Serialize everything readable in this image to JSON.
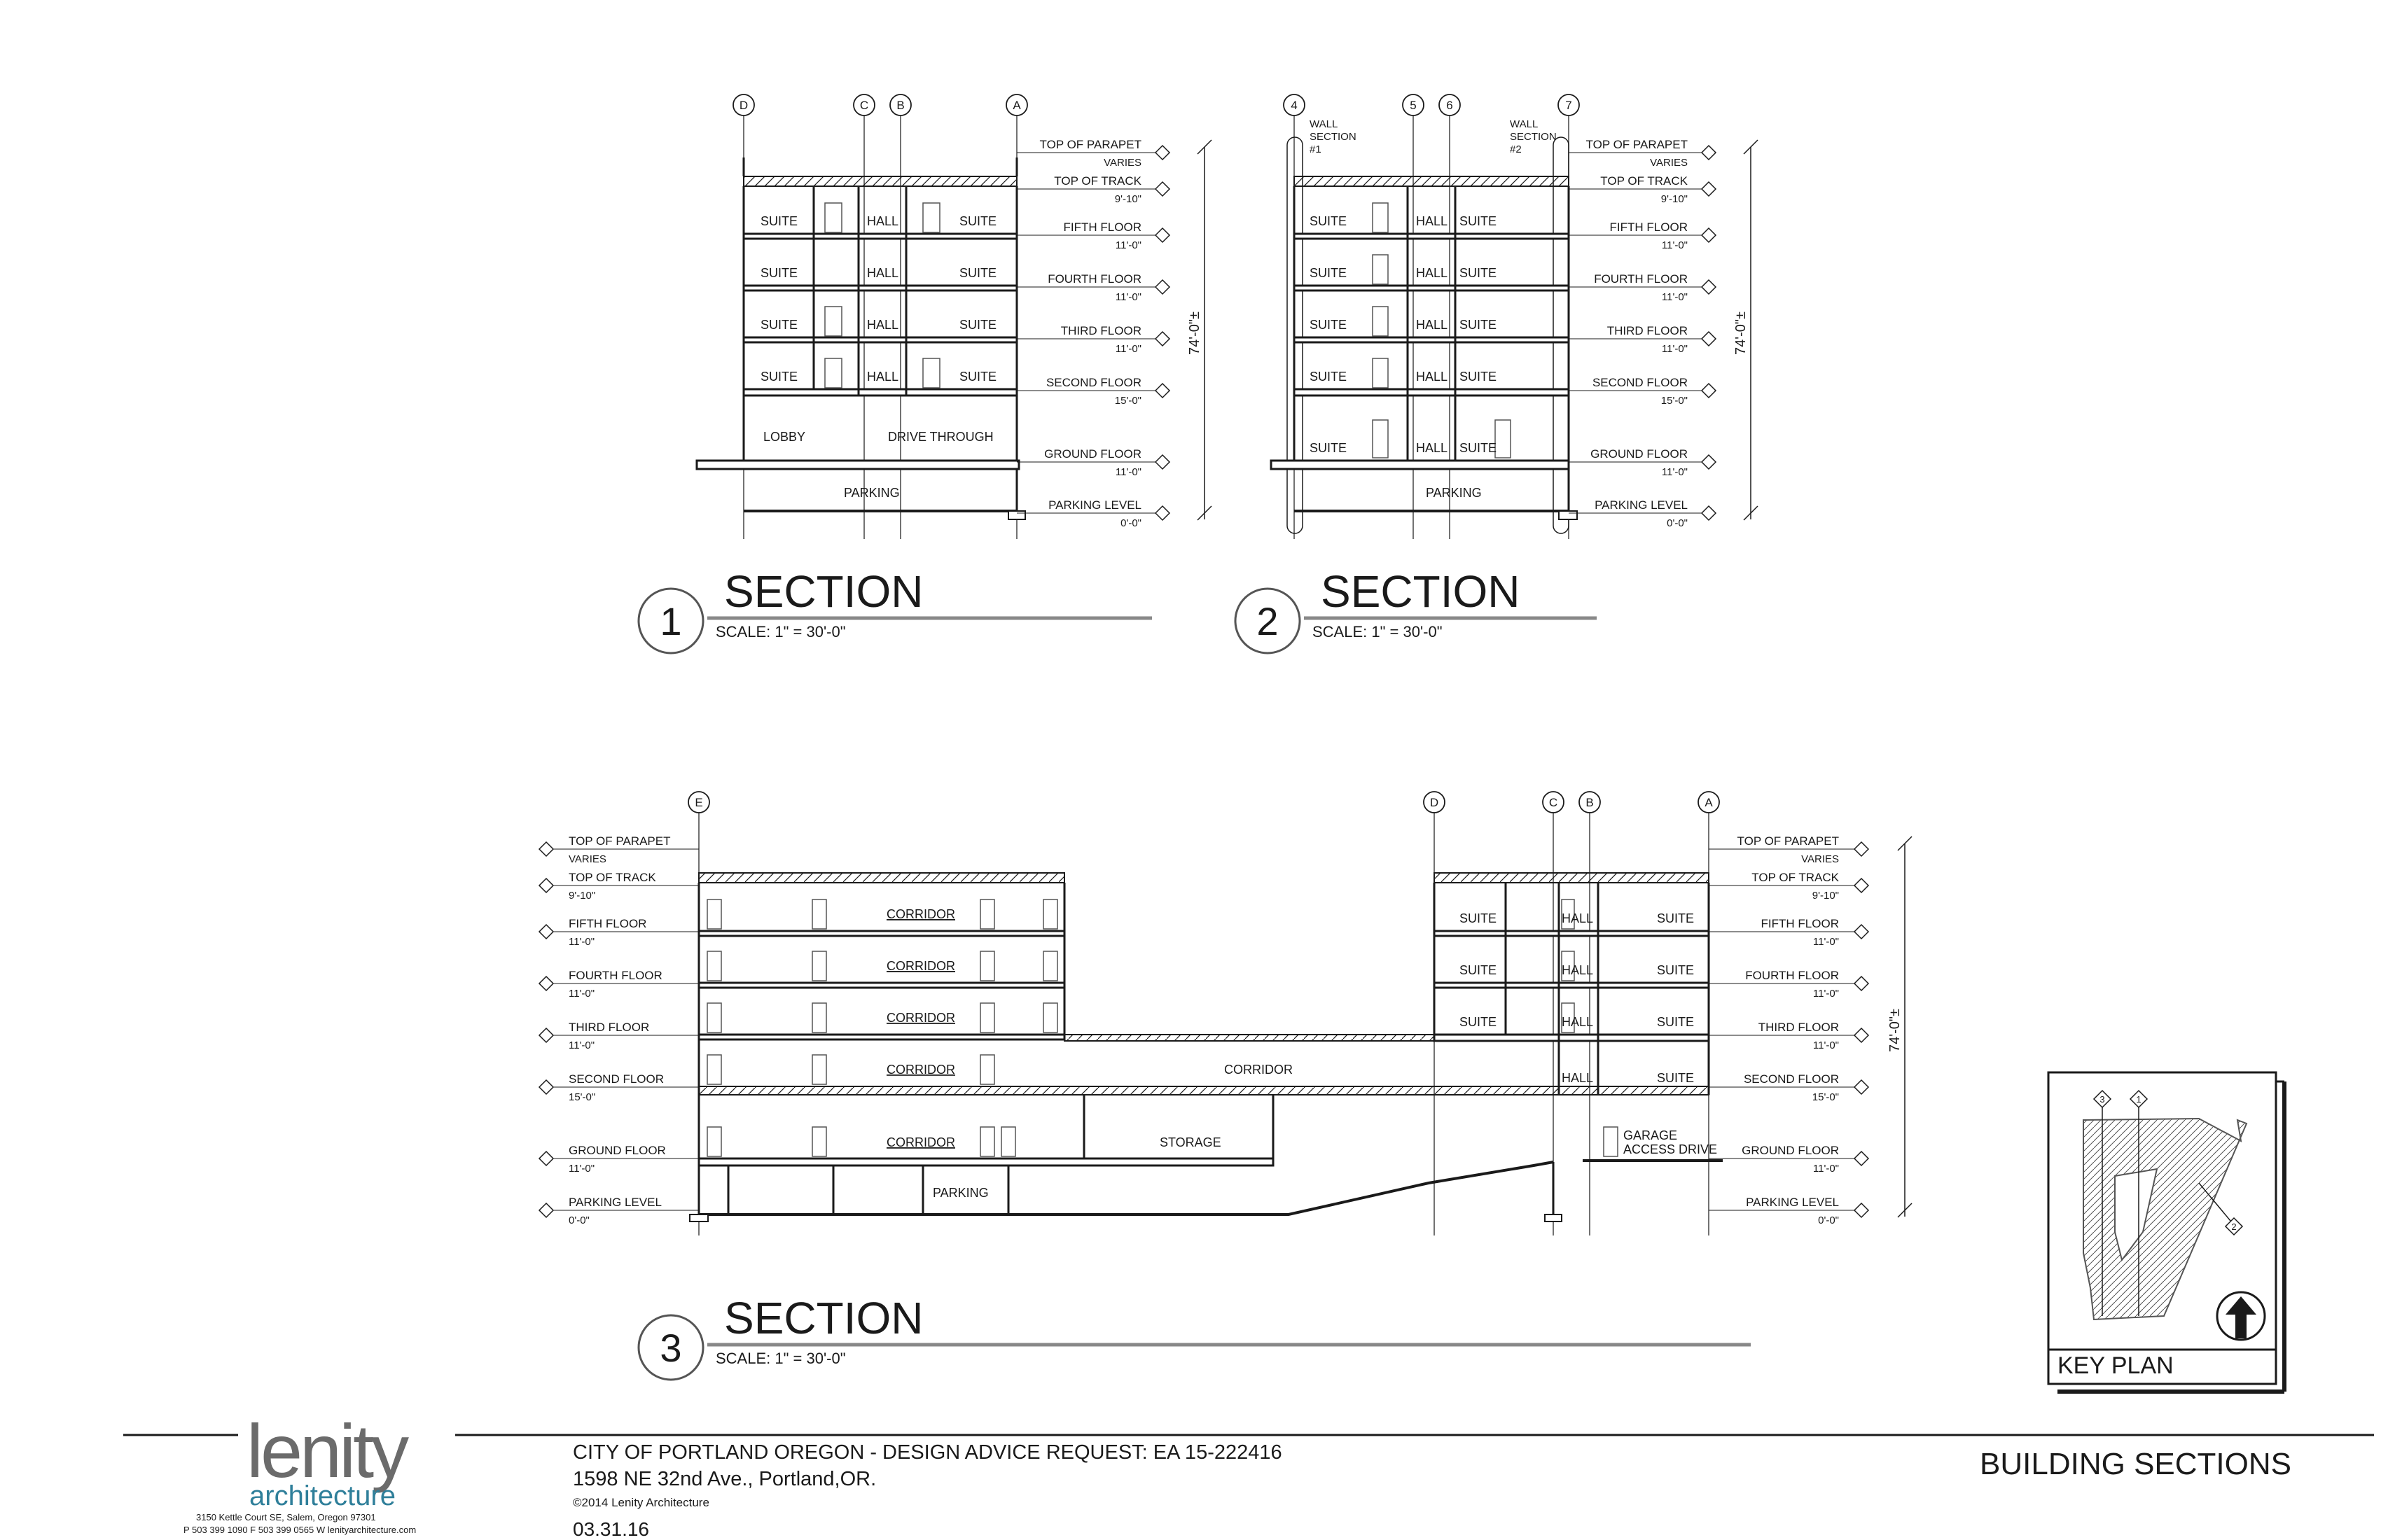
{
  "sheet_title": "BUILDING SECTIONS",
  "project": {
    "line1": "CITY OF PORTLAND OREGON  -  DESIGN ADVICE REQUEST: EA 15-222416",
    "line2": "1598 NE 32nd Ave., Portland,OR.",
    "copyright": "©2014 Lenity Architecture",
    "date": "03.31.16"
  },
  "firm": {
    "logo_main": "lenity",
    "logo_sub": "architecture",
    "address": "3150 Kettle Court SE, Salem, Oregon 97301",
    "contact": "P 503 399 1090     F 503 399 0565     W lenityarchitecture.com"
  },
  "levels": [
    {
      "name": "TOP OF PARAPET",
      "value": "VARIES"
    },
    {
      "name": "TOP OF TRACK",
      "value": "9'-10\""
    },
    {
      "name": "FIFTH FLOOR",
      "value": "11'-0\""
    },
    {
      "name": "FOURTH FLOOR",
      "value": "11'-0\""
    },
    {
      "name": "THIRD FLOOR",
      "value": "11'-0\""
    },
    {
      "name": "SECOND FLOOR",
      "value": "15'-0\""
    },
    {
      "name": "GROUND FLOOR",
      "value": "11'-0\""
    },
    {
      "name": "PARKING LEVEL",
      "value": "0'-0\""
    }
  ],
  "overall_height": "74'-0\"±",
  "section1": {
    "number": "1",
    "title": "SECTION",
    "scale": "SCALE: 1\" = 30'-0\"",
    "grids": [
      "D",
      "C",
      "B",
      "A"
    ],
    "rooms": {
      "suite": "SUITE",
      "hall": "HALL",
      "lobby": "LOBBY",
      "drive": "DRIVE THROUGH",
      "parking": "PARKING"
    }
  },
  "section2": {
    "number": "2",
    "title": "SECTION",
    "scale": "SCALE: 1\" = 30'-0\"",
    "grids": [
      "4",
      "5",
      "6",
      "7"
    ],
    "wall1": [
      "WALL",
      "SECTION",
      "#1"
    ],
    "wall2": [
      "WALL",
      "SECTION",
      "#2"
    ],
    "rooms": {
      "suite": "SUITE",
      "hall": "HALL",
      "parking": "PARKING"
    }
  },
  "section3": {
    "number": "3",
    "title": "SECTION",
    "scale": "SCALE: 1\" = 30'-0\"",
    "grids": [
      "E",
      "D",
      "C",
      "B",
      "A"
    ],
    "rooms": {
      "corridor": "CORRIDOR",
      "storage": "STORAGE",
      "parking": "PARKING",
      "suite": "SUITE",
      "hall": "HALL",
      "garage1": "GARAGE",
      "garage2": "ACCESS DRIVE"
    }
  },
  "key_plan": {
    "label": "KEY PLAN",
    "markers": [
      "3",
      "1",
      "2"
    ]
  }
}
